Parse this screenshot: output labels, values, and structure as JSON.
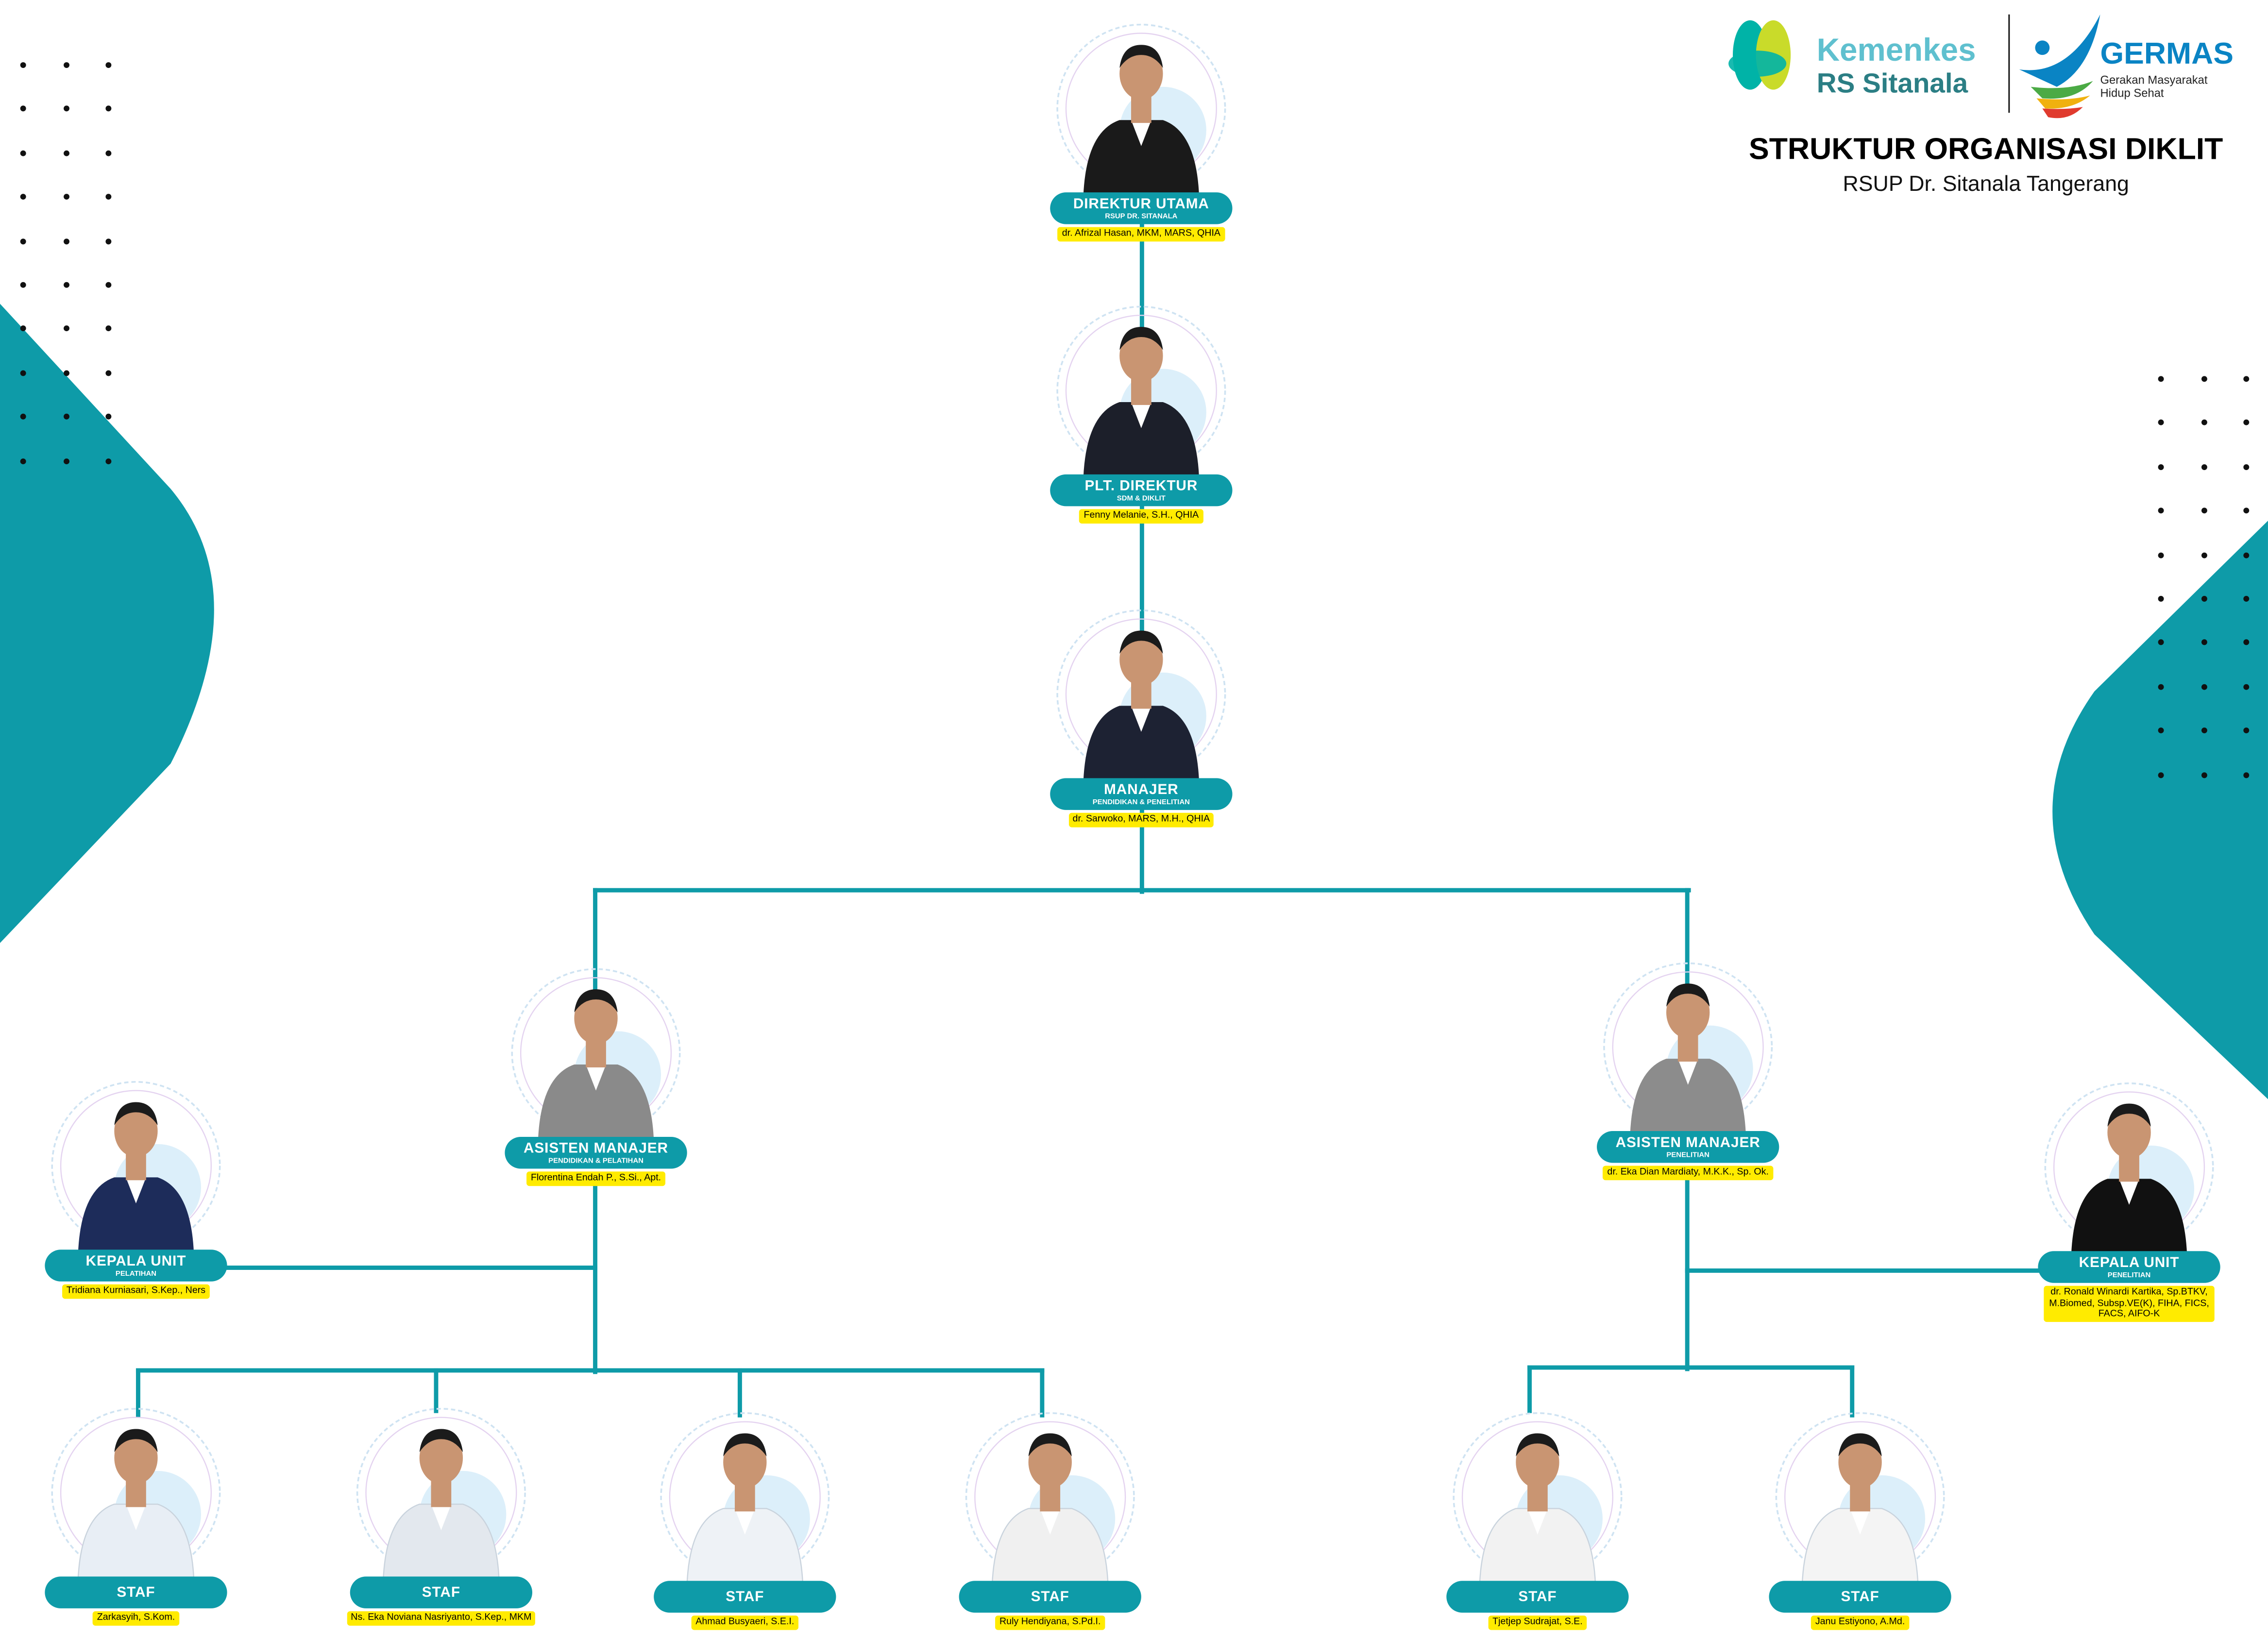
{
  "header": {
    "logo_kemenkes": "Kemenkes",
    "logo_rs": "RS Sitanala",
    "logo_germas": "GERMAS",
    "logo_germas_tagline_1": "Gerakan Masyarakat",
    "logo_germas_tagline_2": "Hidup Sehat",
    "title": "STRUKTUR ORGANISASI DIKLIT",
    "subtitle": "RSUP Dr. Sitanala Tangerang"
  },
  "colors": {
    "teal": "#0E9BA8",
    "name_bg": "#FFEB00"
  },
  "nodes": [
    {
      "title": "DIREKTUR UTAMA",
      "subtitle": "RSUP DR. SITANALA",
      "name": "dr. Afrizal Hasan, MKM, MARS, QHIA",
      "suit": "#1a1a1a"
    },
    {
      "title": "PLT. DIREKTUR",
      "subtitle": "SDM & DIKLIT",
      "name": "Fenny Melanie, S.H., QHIA",
      "suit": "#1c1f2a"
    },
    {
      "title": "MANAJER",
      "subtitle": "PENDIDIKAN & PENELITIAN",
      "name": "dr. Sarwoko, MARS, M.H., QHIA",
      "suit": "#1d2233"
    },
    {
      "title": "ASISTEN MANAJER",
      "subtitle": "PENDIDIKAN & PELATIHAN",
      "name": "Florentina Endah P., S.Si., Apt.",
      "suit": "#8a8a8a"
    },
    {
      "title": "ASISTEN MANAJER",
      "subtitle": "PENELITIAN",
      "name": "dr. Eka Dian Mardiaty, M.K.K., Sp. Ok.",
      "suit": "#8c8c8c"
    },
    {
      "title": "KEPALA UNIT",
      "subtitle": "PELATIHAN",
      "name": "Tridiana Kurniasari, S.Kep., Ners",
      "suit": "#1d2c5a"
    },
    {
      "title": "KEPALA UNIT",
      "subtitle": "PENELITIAN",
      "name": "dr. Ronald Winardi Kartika, Sp.BTKV, M.Biomed, Subsp.VE(K), FIHA, FICS, FACS, AIFO-K",
      "suit": "#111111"
    },
    {
      "title": "STAF",
      "subtitle": "",
      "name": "Zarkasyih, S.Kom.",
      "suit": "#e8eef5"
    },
    {
      "title": "STAF",
      "subtitle": "",
      "name": "Ns. Eka Noviana Nasriyanto, S.Kep., MKM",
      "suit": "#e3e8ee"
    },
    {
      "title": "STAF",
      "subtitle": "",
      "name": "Ahmad Busyaeri, S.E.I.",
      "suit": "#eef2f6"
    },
    {
      "title": "STAF",
      "subtitle": "",
      "name": "Ruly Hendiyana, S.Pd.I.",
      "suit": "#f0f0f0"
    },
    {
      "title": "STAF",
      "subtitle": "",
      "name": "Tjetjep Sudrajat, S.E.",
      "suit": "#f2f2f2"
    },
    {
      "title": "STAF",
      "subtitle": "",
      "name": "Janu Estiyono, A.Md.",
      "suit": "#f4f4f4"
    }
  ]
}
